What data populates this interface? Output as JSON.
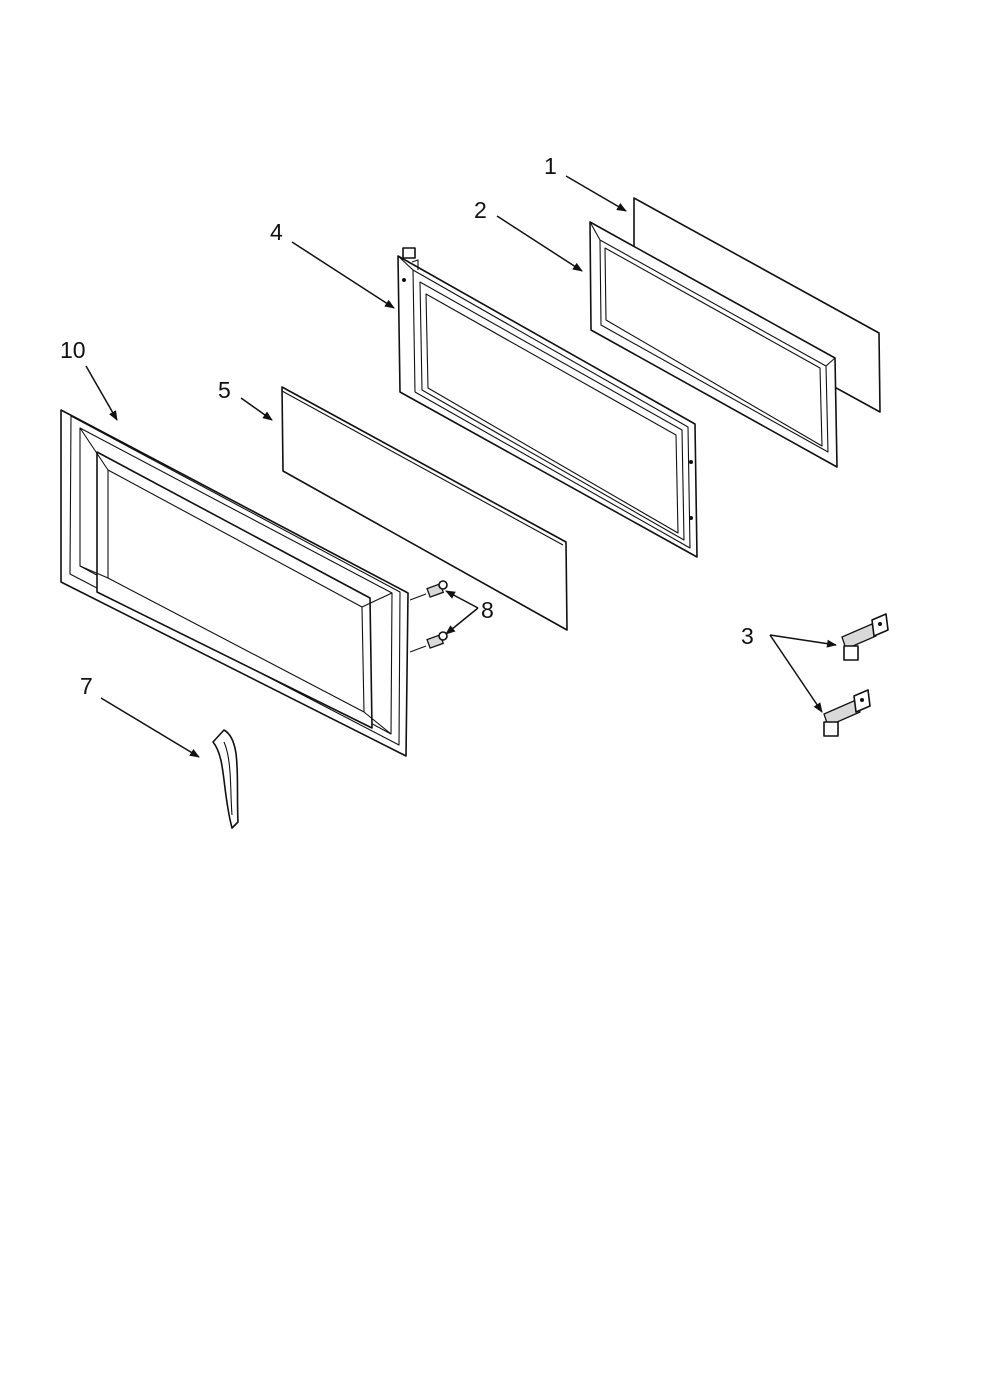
{
  "callouts": [
    {
      "id": "1",
      "text": "1"
    },
    {
      "id": "2",
      "text": "2"
    },
    {
      "id": "3",
      "text": "3"
    },
    {
      "id": "4",
      "text": "4"
    },
    {
      "id": "5",
      "text": "5"
    },
    {
      "id": "7",
      "text": "7"
    },
    {
      "id": "8",
      "text": "8"
    },
    {
      "id": "10",
      "text": "10"
    }
  ],
  "colors": {
    "line": "#111111",
    "background": "#ffffff",
    "shade": "#d9d9d9"
  }
}
